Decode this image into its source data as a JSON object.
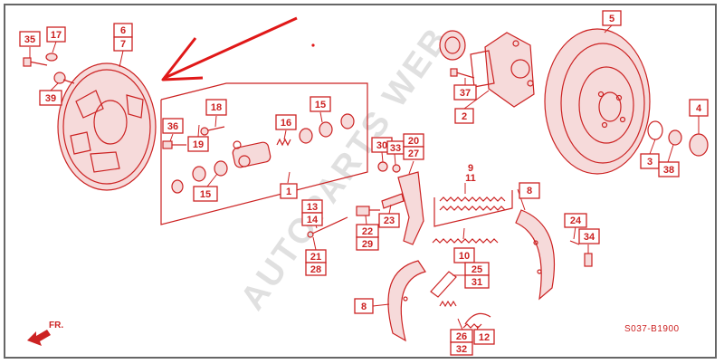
{
  "diagram": {
    "code": "S037-B1900",
    "watermark": "AUTOPARTS WEB",
    "front_marker": "FR.",
    "accent_color": "#cc2222",
    "callouts": [
      {
        "id": "c35",
        "label": "35"
      },
      {
        "id": "c17",
        "label": "17"
      },
      {
        "id": "c6",
        "label": "6"
      },
      {
        "id": "c7",
        "label": "7"
      },
      {
        "id": "c39",
        "label": "39"
      },
      {
        "id": "c18",
        "label": "18"
      },
      {
        "id": "c36",
        "label": "36"
      },
      {
        "id": "c19",
        "label": "19"
      },
      {
        "id": "c16",
        "label": "16"
      },
      {
        "id": "c15a",
        "label": "15"
      },
      {
        "id": "c15b",
        "label": "15"
      },
      {
        "id": "c1",
        "label": "1"
      },
      {
        "id": "c13",
        "label": "13"
      },
      {
        "id": "c14",
        "label": "14"
      },
      {
        "id": "c21",
        "label": "21"
      },
      {
        "id": "c28",
        "label": "28"
      },
      {
        "id": "c30",
        "label": "30"
      },
      {
        "id": "c33",
        "label": "33"
      },
      {
        "id": "c20",
        "label": "20"
      },
      {
        "id": "c27",
        "label": "27"
      },
      {
        "id": "c22",
        "label": "22"
      },
      {
        "id": "c29",
        "label": "29"
      },
      {
        "id": "c23",
        "label": "23"
      },
      {
        "id": "c9",
        "label": "9"
      },
      {
        "id": "c11",
        "label": "11"
      },
      {
        "id": "c10",
        "label": "10"
      },
      {
        "id": "c8a",
        "label": "8"
      },
      {
        "id": "c8b",
        "label": "8"
      },
      {
        "id": "c25",
        "label": "25"
      },
      {
        "id": "c31",
        "label": "31"
      },
      {
        "id": "c26",
        "label": "26"
      },
      {
        "id": "c32",
        "label": "32"
      },
      {
        "id": "c12",
        "label": "12"
      },
      {
        "id": "c37",
        "label": "37"
      },
      {
        "id": "c2",
        "label": "2"
      },
      {
        "id": "c5",
        "label": "5"
      },
      {
        "id": "c4",
        "label": "4"
      },
      {
        "id": "c3",
        "label": "3"
      },
      {
        "id": "c38",
        "label": "38"
      },
      {
        "id": "c24",
        "label": "24"
      },
      {
        "id": "c34",
        "label": "34"
      }
    ]
  }
}
